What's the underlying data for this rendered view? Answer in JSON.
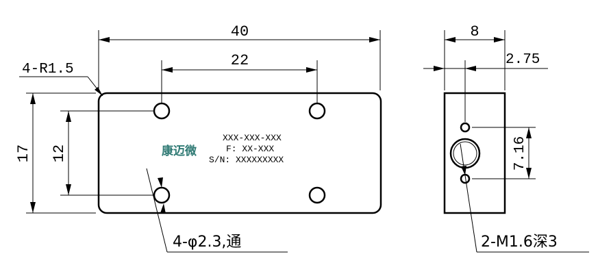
{
  "front_view": {
    "dim_length": "40",
    "dim_hole_spacing_x": "22",
    "dim_height": "17",
    "dim_hole_spacing_y": "12",
    "corner_radius_note": "4-R1.5",
    "hole_note": "4-φ2.3,通",
    "nameplate": {
      "logo": "康迈微",
      "part_number": "XXX-XXX-XXX",
      "frequency": "F: XX-XXX",
      "serial": "S/N: XXXXXXXXX"
    }
  },
  "side_view": {
    "dim_width": "8",
    "dim_offset": "2.75",
    "dim_thread_spacing": "7.16",
    "thread_note": "2-M1.6深3"
  },
  "colors": {
    "line": "#000000",
    "logo": "#2f7a74",
    "background": "#ffffff"
  }
}
